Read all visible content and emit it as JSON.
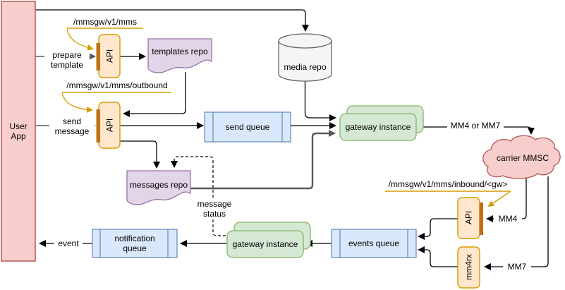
{
  "colors": {
    "user_app_fill": "#f8cecc",
    "user_app_stroke": "#b85450",
    "api_fill": "#ffe6cc",
    "api_stroke": "#d79b00",
    "api_bar": "#bf7111",
    "repo_fill": "#e1d5e7",
    "repo_stroke": "#9673a6",
    "queue_fill": "#dae8fc",
    "queue_stroke": "#6c8ebf",
    "gateway_fill": "#d5e8d4",
    "gateway_stroke": "#82b366",
    "media_fill": "#f5f5f5",
    "media_stroke": "#666666",
    "cloud_fill": "#f8cecc",
    "cloud_stroke": "#b85450",
    "annotation_orange": "#d79b00"
  },
  "user_app": {
    "label": "User\nApp"
  },
  "endpoints": {
    "mms": "/mmsgw/v1/mms",
    "outbound": "/mmsgw/v1/mms/outbound",
    "inbound": "/mmsgw/v1/mms/inbound/<gw>"
  },
  "nodes": {
    "api_prepare": {
      "label": "API"
    },
    "api_send": {
      "label": "API"
    },
    "api_inbound": {
      "label": "API"
    },
    "mm4rx": {
      "label": "mm4rx"
    },
    "templates_repo": {
      "label": "templates repo"
    },
    "messages_repo": {
      "label": "messages repo"
    },
    "media_repo": {
      "label": "media repo"
    },
    "send_queue": {
      "label": "send queue"
    },
    "events_queue": {
      "label": "events queue"
    },
    "notification_queue": {
      "label": "notification\nqueue"
    },
    "gateway_top": {
      "label": "gateway instance"
    },
    "gateway_bottom": {
      "label": "gateway instance"
    },
    "carrier_mmsc": {
      "label": "carrier MMSC"
    }
  },
  "edges": {
    "prepare_template": {
      "label": "prepare\ntemplate"
    },
    "send_message": {
      "label": "send\nmessage"
    },
    "mm4_or_mm7": {
      "label": "MM4 or MM7"
    },
    "mm4": {
      "label": "MM4"
    },
    "mm7": {
      "label": "MM7"
    },
    "event": {
      "label": "event"
    },
    "message_status": {
      "label": "message\nstatus"
    }
  }
}
